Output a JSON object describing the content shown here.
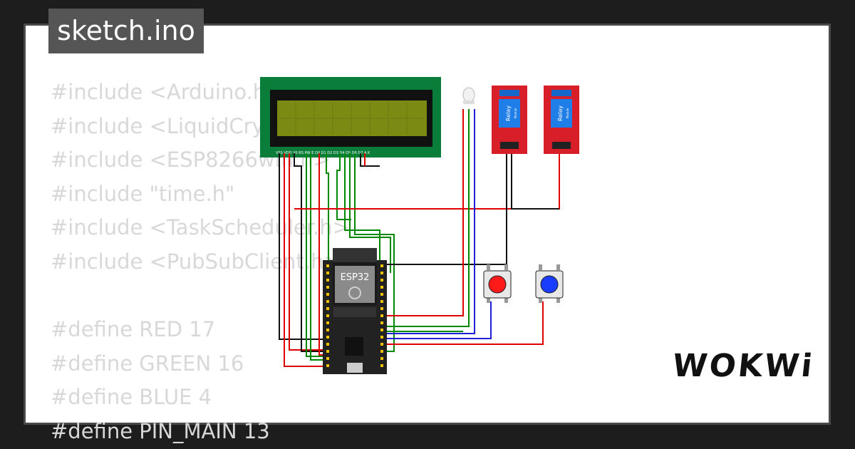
{
  "file_tab": {
    "label": "sketch.ino"
  },
  "code_lines": [
    "#include <Arduino.h>",
    "#include <LiquidCrystal.h>",
    "#include <ESP8266wifi.h>",
    "#include \"time.h\"",
    "#include <TaskScheduler.h>",
    "#include <PubSubClient.h>",
    "",
    "#define RED 17",
    "#define GREEN 16",
    "#define BLUE 4",
    "#define PIN_MAIN 13"
  ],
  "lcd": {
    "pin_labels": "VSS VDD V0 RS RW E D0 D1 D2 D3 D4 D5 D6 D7 A K"
  },
  "esp32": {
    "label": "ESP32"
  },
  "relays": [
    {
      "label": "Relay",
      "sub": "Module"
    },
    {
      "label": "Relay",
      "sub": "Module"
    }
  ],
  "buttons": [
    {
      "color": "#ff1a1a"
    },
    {
      "color": "#1a3cff"
    }
  ],
  "logo": {
    "text": "WOKWi"
  },
  "colors": {
    "wire_red": "#e00000",
    "wire_green": "#008800",
    "wire_black": "#111111",
    "wire_blue": "#1f1fd6"
  }
}
